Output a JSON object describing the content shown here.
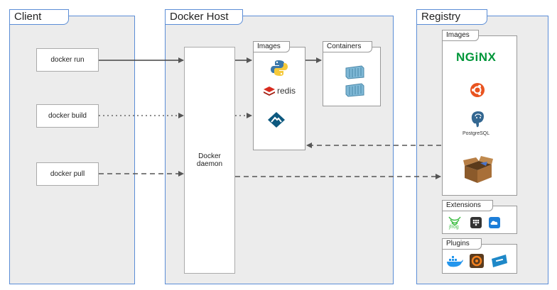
{
  "panels": {
    "client": {
      "title": "Client"
    },
    "docker_host": {
      "title": "Docker Host"
    },
    "registry": {
      "title": "Registry"
    }
  },
  "client": {
    "commands": [
      "docker run",
      "docker build",
      "docker pull"
    ]
  },
  "host": {
    "daemon_label_line1": "Docker",
    "daemon_label_line2": "daemon",
    "images_label": "Images",
    "containers_label": "Containers",
    "redis_text": "redis"
  },
  "registry": {
    "images_label": "Images",
    "extensions_label": "Extensions",
    "plugins_label": "Plugins",
    "nginx_text": "NGiNX",
    "postgres_text": "PostgreSQL",
    "jfrog_text": "jfrog"
  },
  "icons": [
    "python-icon",
    "redis-icon",
    "alpine-icon",
    "container-icon",
    "nginx-logo",
    "ubuntu-icon",
    "postgresql-icon",
    "box-icon",
    "jfrog-icon",
    "extension-icon",
    "cloud-icon",
    "docker-whale-icon",
    "grafana-icon",
    "vmware-icon"
  ],
  "colors": {
    "panel_border": "#5b8dd6",
    "panel_fill": "#ececec",
    "nginx_green": "#009639",
    "ubuntu_orange": "#e95420",
    "redis_red": "#d82c20",
    "alpine_blue": "#0d597f",
    "container_blue": "#7fb8d6"
  }
}
